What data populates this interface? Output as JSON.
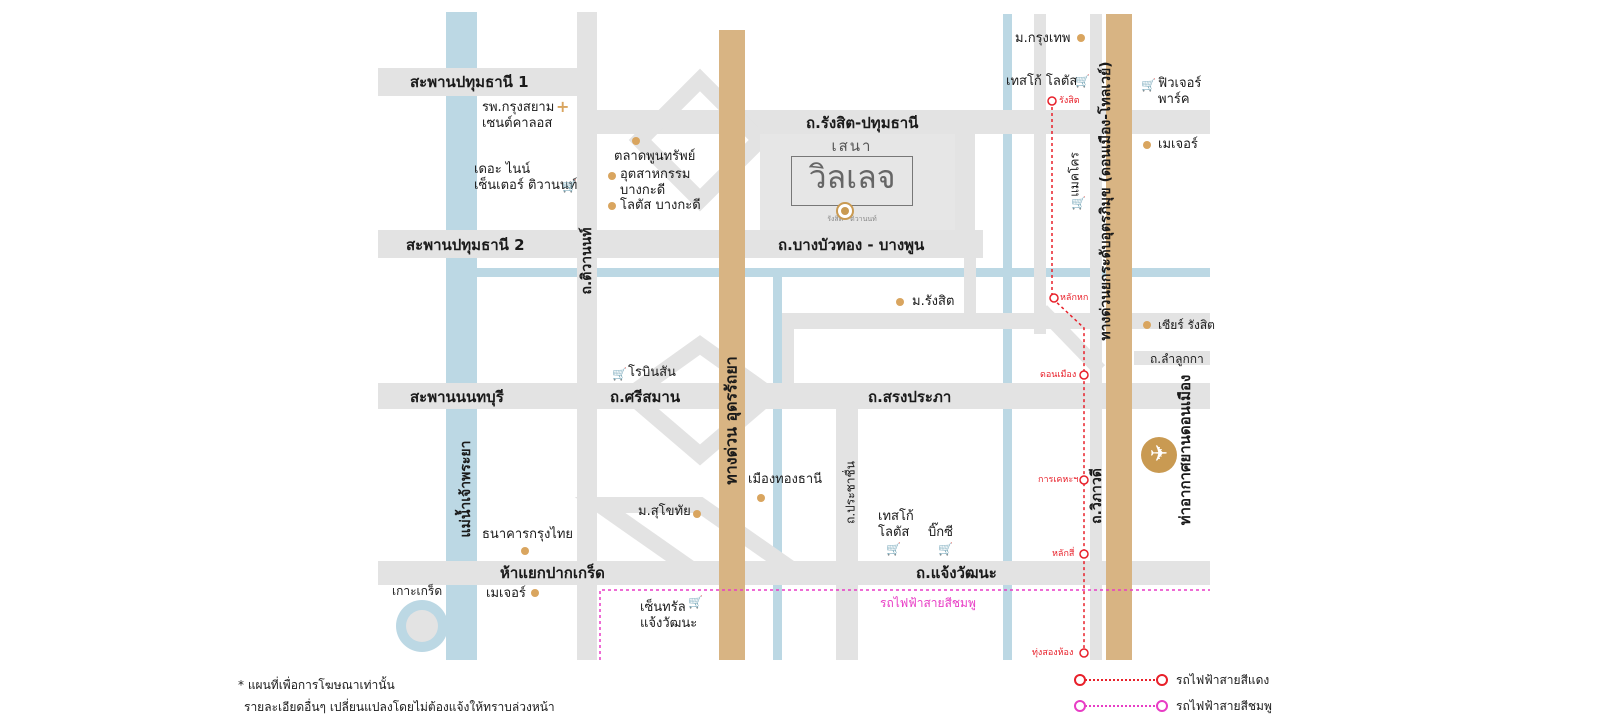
{
  "roads": {
    "saphan_pathum_1": "สะพานปทุมธานี 1",
    "saphan_pathum_2": "สะพานปทุมธานี 2",
    "saphan_nonthaburi": "สะพานนนทบุรี",
    "rangsit_pathum": "ถ.รังสิต-ปทุมธานี",
    "bangbuathong": "ถ.บางบัวทอง - บางพูน",
    "tiwanon": "ถ.ติวานนท์",
    "srisaman": "ถ.ศรีสมาน",
    "songprapa": "ถ.สรงประภา",
    "chaengwattana": "ถ.แจ้งวัฒนะ",
    "prachachuen": "ถ.ประชาชื่น",
    "vibhavadi": "ถ.วิภาวดี",
    "lamlukka": "ถ.ลำลูกกา",
    "pakkret_junction": "ห้าแยกปากเกร็ด",
    "udonratthaya": "ทางด่วน อุดรรัถยา",
    "donmueang_tollway": "ทางด่วนยกระดับอุตรภิมุข (ดอนเมือง-โทลเวย์)",
    "chao_phraya": "แม่น้ำเจ้าพระยา",
    "ko_kret": "เกาะเกร็ด"
  },
  "landmarks": {
    "bangkok_hospital": "รพ.กรุงสยาม\nเซนต์คาลอส",
    "the_nine": "เดอะ ไนน์\nเซ็นเตอร์ ติวานนท์",
    "talad_phun": "ตลาดพูนทรัพย์",
    "industrial": "อุตสาหกรรม\nบางกะดี",
    "lotus_bangkadi": "โลตัส บางกะดี",
    "m_krungthep": "ม.กรุงเทพ",
    "tesco_rangsit": "เทสโก้ โลตัส",
    "future_park": "ฟิวเจอร์\nพาร์ค",
    "major": "เมเจอร์",
    "makro": "แมคโคร",
    "m_rangsit": "ม.รังสิต",
    "zeer": "เซียร์ รังสิต",
    "robinson": "โรบินสัน",
    "muang_thong": "เมืองทองธานี",
    "m_sukhothai": "ม.สุโขทัย",
    "krungthai": "ธนาคารกรุงไทย",
    "major_pakkret": "เมเจอร์",
    "tesco_chaeng": "เทสโก้\nโลตัส",
    "bigc": "บิ๊กซี",
    "central": "เซ็นทรัล\nแจ้งวัฒนะ",
    "don_mueang_airport": "ท่าอากาศยานดอนเมือง"
  },
  "stations": {
    "rangsit": "รังสิต",
    "laksi_north": "หลักหก",
    "don_mueang": "ดอนเมือง",
    "kan_kheha": "การเคหะฯ",
    "lak_si": "หลักสี่",
    "thung_song_hong": "ทุ่งสองห้อง"
  },
  "pink_line_label": "รถไฟฟ้าสายสีชมพู",
  "project": {
    "line1": "เสนา",
    "line2": "วิลเลจ",
    "line3": "รังสิต - ติวานนท์"
  },
  "legend": {
    "red_line": "รถไฟฟ้าสายสีแดง",
    "pink_line": "รถไฟฟ้าสายสีชมพู"
  },
  "notes": {
    "line1": "* แผนที่เพื่อการโฆษณาเท่านั้น",
    "line2": "รายละเอียดอื่นๆ เปลี่ยนแปลงโดยไม่ต้องแจ้งให้ทราบล่วงหน้า"
  },
  "colors": {
    "road": "#e3e3e3",
    "river": "#bcd8e4",
    "expressway": "#d8b483",
    "accent": "#d9a55f",
    "red_line": "#e8202a",
    "pink_line": "#e83cc5"
  },
  "icons": {
    "landmark_dot": "dot-icon",
    "shopping": "shopping-cart-icon",
    "hospital": "plus-icon",
    "airport": "airplane-icon"
  }
}
